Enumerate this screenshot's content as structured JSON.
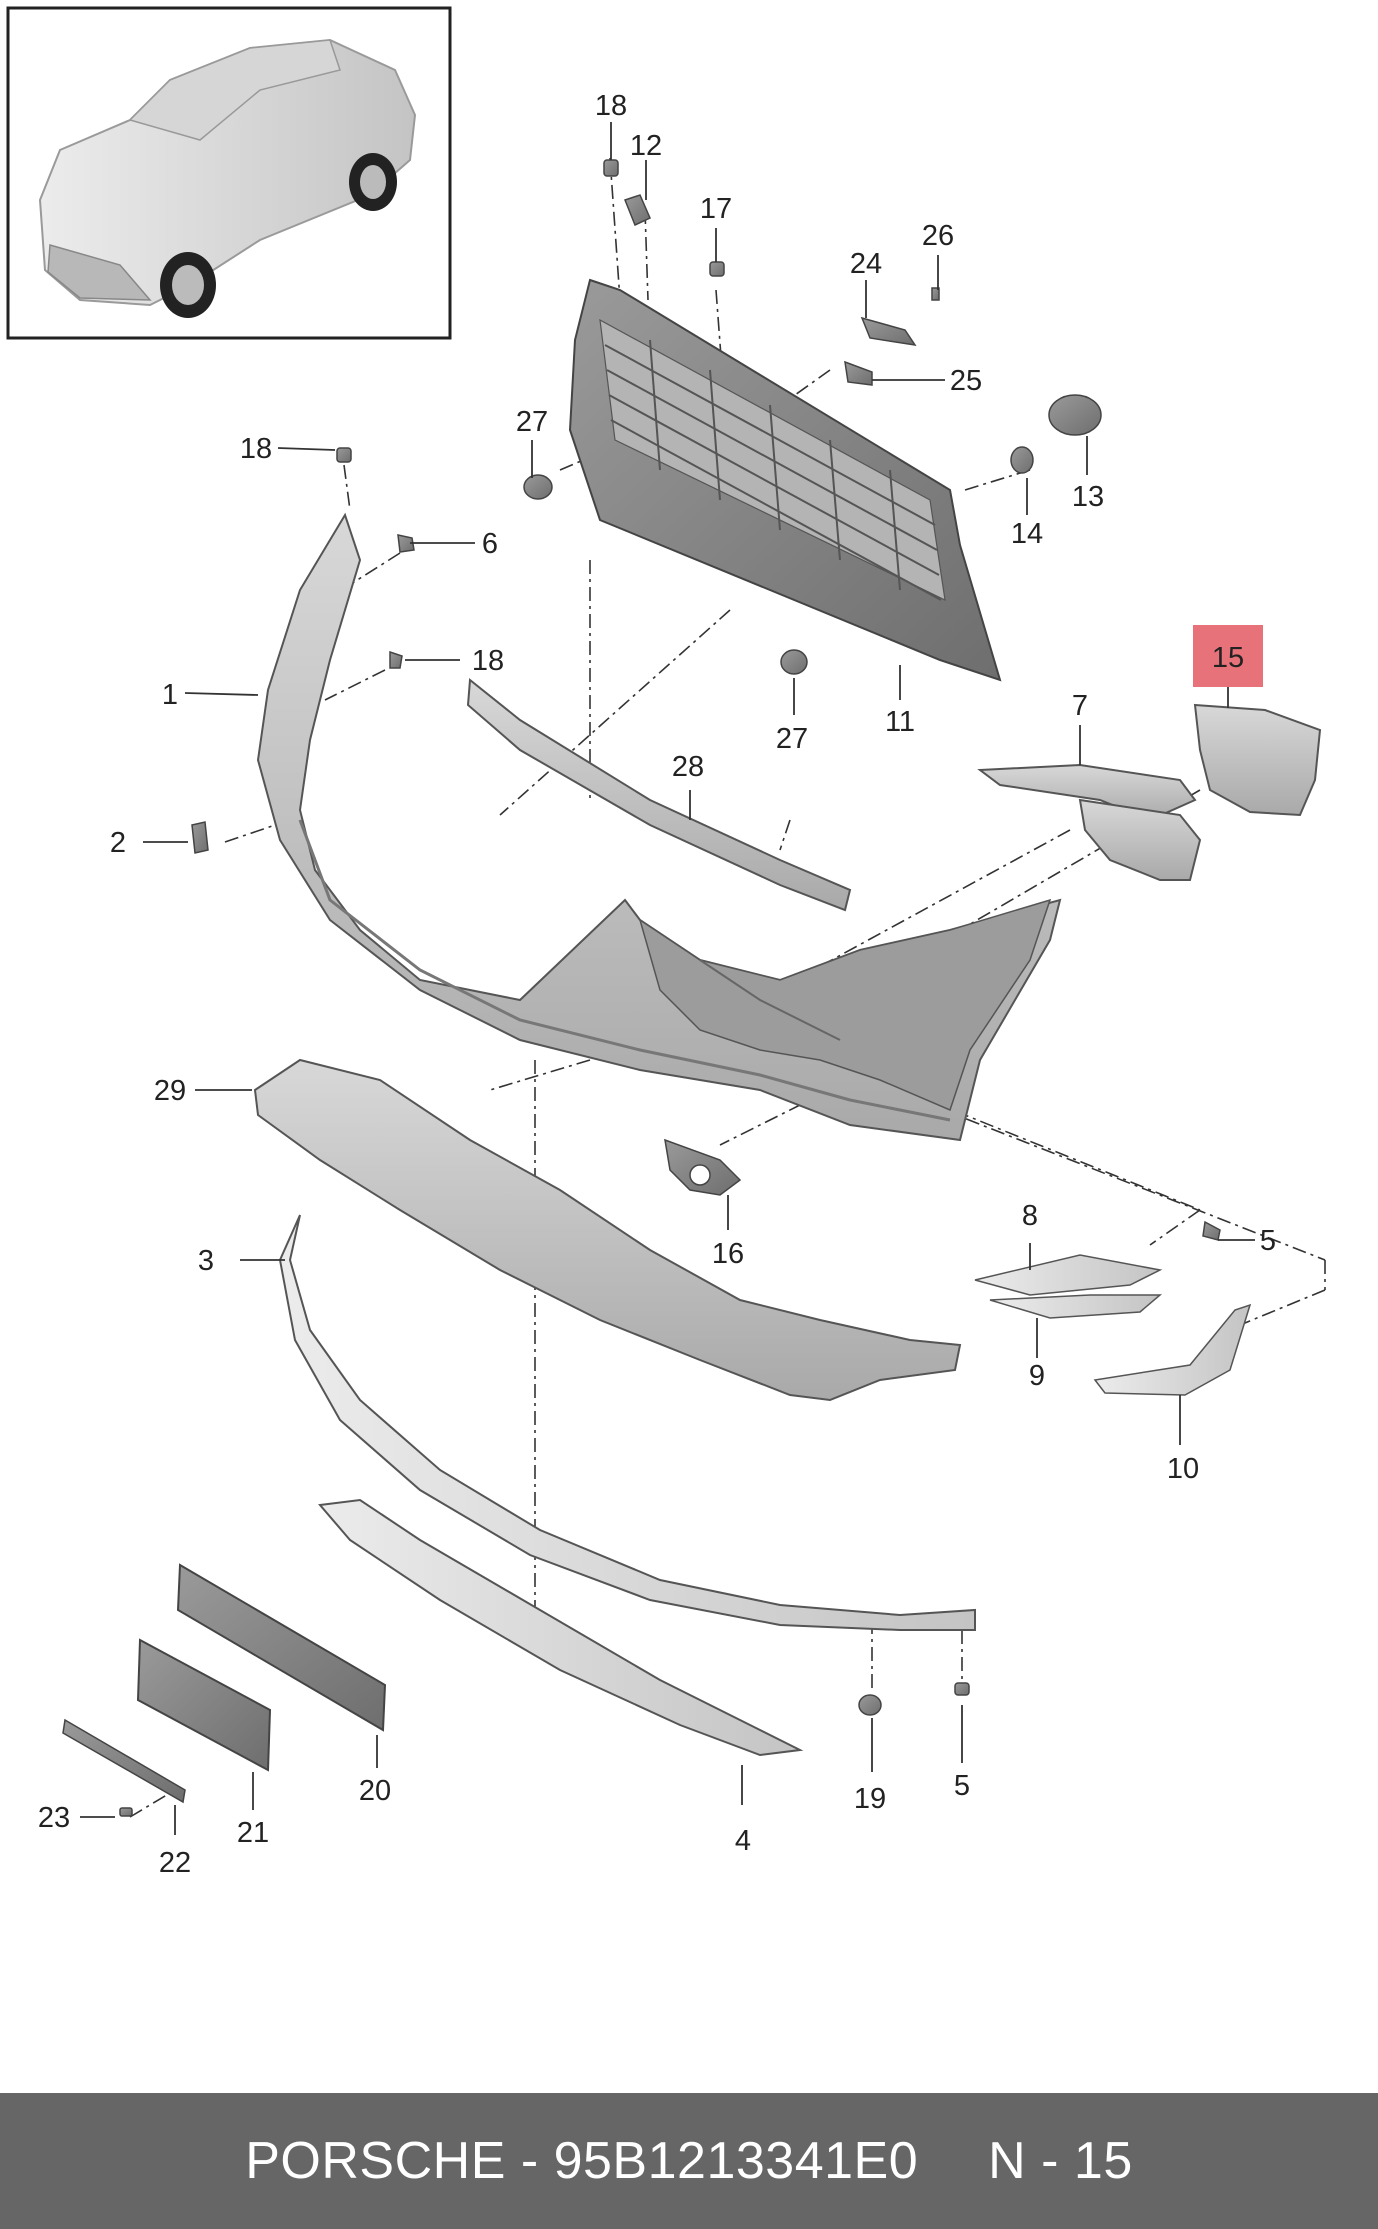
{
  "footer": {
    "brand": "PORSCHE",
    "separator": " - ",
    "part_number": "95B1213341E0",
    "page_label": "N - 15"
  },
  "highlighted_callout": "15",
  "callouts": [
    {
      "id": "c18a",
      "text": "18"
    },
    {
      "id": "c12",
      "text": "12"
    },
    {
      "id": "c17",
      "text": "17"
    },
    {
      "id": "c26",
      "text": "26"
    },
    {
      "id": "c24",
      "text": "24"
    },
    {
      "id": "c25",
      "text": "25"
    },
    {
      "id": "c27a",
      "text": "27"
    },
    {
      "id": "c18b",
      "text": "18"
    },
    {
      "id": "c6",
      "text": "6"
    },
    {
      "id": "c13",
      "text": "13"
    },
    {
      "id": "c14",
      "text": "14"
    },
    {
      "id": "c18c",
      "text": "18"
    },
    {
      "id": "c1",
      "text": "1"
    },
    {
      "id": "c15",
      "text": "15"
    },
    {
      "id": "c27b",
      "text": "27"
    },
    {
      "id": "c11",
      "text": "11"
    },
    {
      "id": "c7",
      "text": "7"
    },
    {
      "id": "c28",
      "text": "28"
    },
    {
      "id": "c2",
      "text": "2"
    },
    {
      "id": "c29",
      "text": "29"
    },
    {
      "id": "c8",
      "text": "8"
    },
    {
      "id": "c5a",
      "text": "5"
    },
    {
      "id": "c16",
      "text": "16"
    },
    {
      "id": "c3",
      "text": "3"
    },
    {
      "id": "c9",
      "text": "9"
    },
    {
      "id": "c10",
      "text": "10"
    },
    {
      "id": "c20",
      "text": "20"
    },
    {
      "id": "c5b",
      "text": "5"
    },
    {
      "id": "c19",
      "text": "19"
    },
    {
      "id": "c23",
      "text": "23"
    },
    {
      "id": "c21",
      "text": "21"
    },
    {
      "id": "c4",
      "text": "4"
    },
    {
      "id": "c22",
      "text": "22"
    }
  ],
  "colors": {
    "part_fill": "#c9c9c9",
    "part_dark": "#8a8a8a",
    "part_stroke": "#555555",
    "highlight": "#e8727a",
    "footer_bg": "#666666"
  }
}
